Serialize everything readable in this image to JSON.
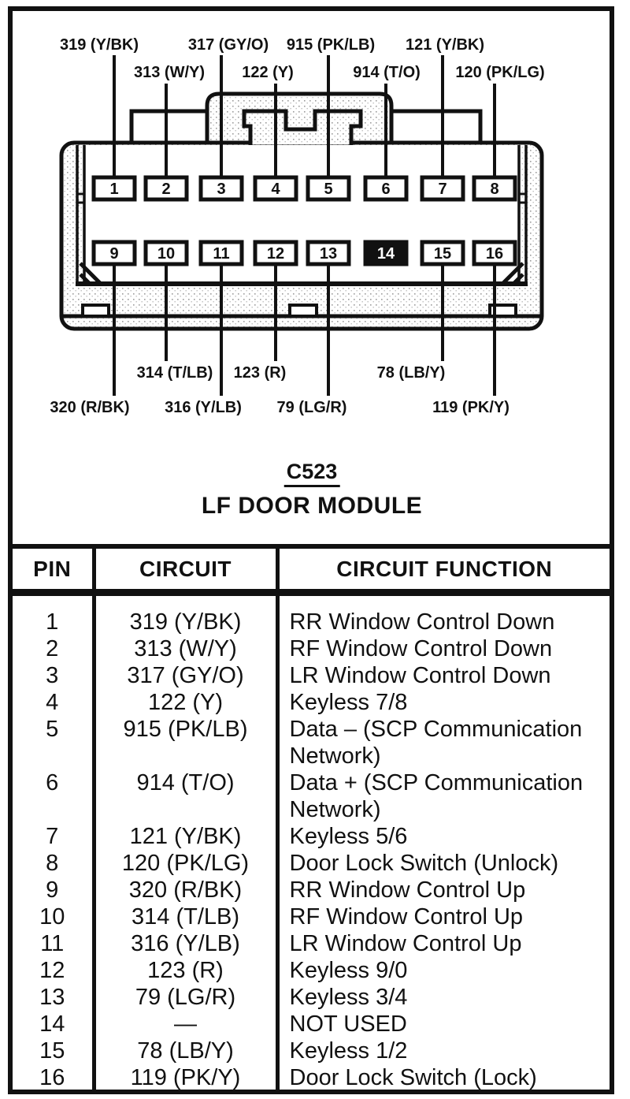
{
  "diagram": {
    "connector_id": "C523",
    "connector_name": "LF DOOR MODULE",
    "top_labels": [
      "319 (Y/BK)",
      "313 (W/Y)",
      "317 (GY/O)",
      "122 (Y)",
      "915 (PK/LB)",
      "914 (T/O)",
      "121 (Y/BK)",
      "120 (PK/LG)"
    ],
    "bottom_labels": [
      "320 (R/BK)",
      "314 (T/LB)",
      "316 (Y/LB)",
      "123 (R)",
      "79 (LG/R)",
      "78 (LB/Y)",
      "119 (PK/Y)"
    ],
    "pins": [
      "1",
      "2",
      "3",
      "4",
      "5",
      "6",
      "7",
      "8",
      "9",
      "10",
      "11",
      "12",
      "13",
      "14",
      "15",
      "16"
    ]
  },
  "table": {
    "headers": [
      "PIN",
      "CIRCUIT",
      "CIRCUIT FUNCTION"
    ],
    "rows": [
      {
        "pin": "1",
        "circuit": "319 (Y/BK)",
        "function": "RR Window Control Down"
      },
      {
        "pin": "2",
        "circuit": "313 (W/Y)",
        "function": "RF Window Control Down"
      },
      {
        "pin": "3",
        "circuit": "317 (GY/O)",
        "function": "LR Window Control Down"
      },
      {
        "pin": "4",
        "circuit": "122 (Y)",
        "function": "Keyless 7/8"
      },
      {
        "pin": "5",
        "circuit": "915 (PK/LB)",
        "function": "Data – (SCP Communication Network)"
      },
      {
        "pin": "6",
        "circuit": "914 (T/O)",
        "function": "Data + (SCP Communication Network)"
      },
      {
        "pin": "7",
        "circuit": "121 (Y/BK)",
        "function": "Keyless 5/6"
      },
      {
        "pin": "8",
        "circuit": "120 (PK/LG)",
        "function": "Door Lock Switch (Unlock)"
      },
      {
        "pin": "9",
        "circuit": "320 (R/BK)",
        "function": "RR Window Control Up"
      },
      {
        "pin": "10",
        "circuit": "314 (T/LB)",
        "function": "RF Window Control Up"
      },
      {
        "pin": "11",
        "circuit": "316 (Y/LB)",
        "function": "LR Window Control Up"
      },
      {
        "pin": "12",
        "circuit": "123 (R)",
        "function": "Keyless 9/0"
      },
      {
        "pin": "13",
        "circuit": "79 (LG/R)",
        "function": "Keyless 3/4"
      },
      {
        "pin": "14",
        "circuit": "—",
        "function": "NOT USED"
      },
      {
        "pin": "15",
        "circuit": "78 (LB/Y)",
        "function": "Keyless 1/2"
      },
      {
        "pin": "16",
        "circuit": "119 (PK/Y)",
        "function": "Door Lock Switch (Lock)"
      }
    ]
  }
}
